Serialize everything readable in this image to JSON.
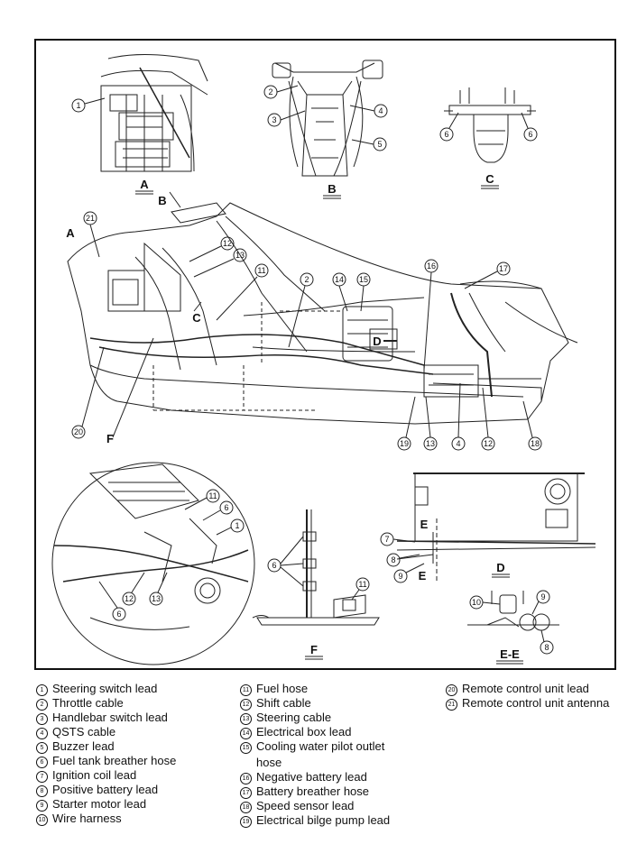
{
  "views": {
    "A": "A",
    "B": "B",
    "C": "C",
    "D": "D",
    "E_E": "E-E",
    "F": "F",
    "ptr_A": "A",
    "ptr_B": "B",
    "ptr_C": "C",
    "ptr_D": "D",
    "ptr_E1": "E",
    "ptr_E2": "E",
    "ptr_F": "F"
  },
  "legend": {
    "columns": [
      [
        {
          "n": "1",
          "text": "Steering switch lead"
        },
        {
          "n": "2",
          "text": "Throttle cable"
        },
        {
          "n": "3",
          "text": "Handlebar switch lead"
        },
        {
          "n": "4",
          "text": "QSTS cable"
        },
        {
          "n": "5",
          "text": "Buzzer lead"
        },
        {
          "n": "6",
          "text": "Fuel tank breather hose"
        },
        {
          "n": "7",
          "text": "Ignition coil lead"
        },
        {
          "n": "8",
          "text": "Positive battery lead"
        },
        {
          "n": "9",
          "text": "Starter motor lead"
        },
        {
          "n": "10",
          "text": "Wire harness"
        }
      ],
      [
        {
          "n": "11",
          "text": "Fuel hose"
        },
        {
          "n": "12",
          "text": "Shift cable"
        },
        {
          "n": "13",
          "text": "Steering cable"
        },
        {
          "n": "14",
          "text": "Electrical box lead"
        },
        {
          "n": "15",
          "text": "Cooling water pilot outlet"
        },
        {
          "n": "",
          "text": "hose"
        },
        {
          "n": "16",
          "text": "Negative battery lead"
        },
        {
          "n": "17",
          "text": "Battery breather hose"
        },
        {
          "n": "18",
          "text": "Speed sensor lead"
        },
        {
          "n": "19",
          "text": "Electrical bilge pump lead"
        }
      ],
      [
        {
          "n": "20",
          "text": "Remote control unit lead"
        },
        {
          "n": "21",
          "text": "Remote control unit antenna"
        }
      ]
    ]
  }
}
